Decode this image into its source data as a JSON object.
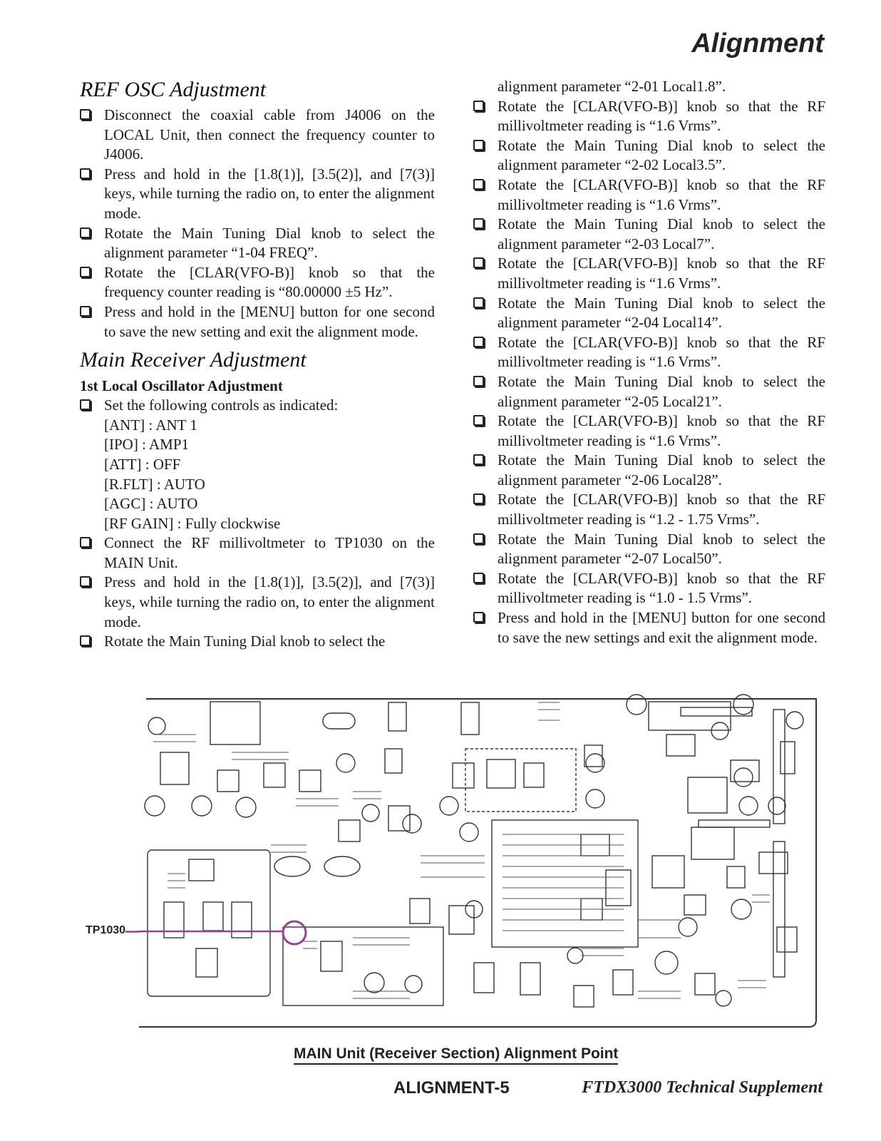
{
  "header": {
    "title": "Alignment"
  },
  "left": {
    "ref_title": "REF OSC Adjustment",
    "ref_steps": [
      "Disconnect the coaxial cable from J4006 on the LOCAL Unit, then connect the frequency counter to J4006.",
      "Press and hold in the [1.8(1)], [3.5(2)], and [7(3)] keys, while turning the radio on, to enter the alignment mode.",
      "Rotate the Main Tuning Dial knob to select the alignment parameter “1-04 FREQ”.",
      "Rotate the [CLAR(VFO-B)] knob so that the frequency counter reading is “80.00000 ±5 Hz”.",
      "Press and hold in the [MENU] button for one second to save the new setting and exit the alignment mode."
    ],
    "main_title": "Main Receiver Adjustment",
    "main_subhead": "1st Local Oscillator Adjustment",
    "set_controls": "Set the following controls as indicated:",
    "settings": [
      "[ANT] : ANT 1",
      "[IPO] : AMP1",
      "[ATT] : OFF",
      "[R.FLT] : AUTO",
      "[AGC] : AUTO",
      "[RF GAIN] : Fully clockwise"
    ],
    "main_steps": [
      "Connect the RF millivoltmeter to TP1030 on the MAIN Unit.",
      "Press and hold in the [1.8(1)], [3.5(2)], and [7(3)] keys, while turning the radio on, to enter the alignment mode.",
      "Rotate the Main Tuning Dial knob to select the"
    ]
  },
  "right": {
    "continuation": "alignment parameter “2-01 Local1.8”.",
    "steps": [
      "Rotate the [CLAR(VFO-B)] knob so that the RF millivoltmeter reading is “1.6 Vrms”.",
      "Rotate the Main Tuning Dial knob to select the alignment parameter “2-02 Local3.5”.",
      "Rotate the [CLAR(VFO-B)] knob so that the RF millivoltmeter reading is “1.6 Vrms”.",
      "Rotate the Main Tuning Dial knob to select the alignment parameter “2-03 Local7”.",
      "Rotate the [CLAR(VFO-B)] knob so that the RF millivoltmeter reading is “1.6 Vrms”.",
      "Rotate the Main Tuning Dial knob to select the alignment parameter “2-04 Local14”.",
      "Rotate the [CLAR(VFO-B)] knob so that the RF millivoltmeter reading is “1.6 Vrms”.",
      "Rotate the Main Tuning Dial knob to select the alignment parameter “2-05 Local21”.",
      "Rotate the [CLAR(VFO-B)] knob so that the RF millivoltmeter reading is “1.6 Vrms”.",
      "Rotate the Main Tuning Dial knob to select the alignment parameter “2-06 Local28”.",
      "Rotate the [CLAR(VFO-B)] knob so that the RF millivoltmeter reading is “1.2 - 1.75 Vrms”.",
      "Rotate the Main Tuning Dial knob to select the alignment parameter “2-07 Local50”.",
      "Rotate the [CLAR(VFO-B)] knob so that the RF millivoltmeter reading is “1.0 - 1.5 Vrms”.",
      "Press and hold in the [MENU] button for one second to save the new settings and exit the alignment mode."
    ]
  },
  "diagram": {
    "callout": "TP1030",
    "callout_color": "#9b3f8f"
  },
  "caption": "MAIN Unit (Receiver Section) Alignment Point",
  "footer": {
    "page": "ALIGNMENT-5",
    "doc": "FTDX3000 Technical Supplement"
  }
}
